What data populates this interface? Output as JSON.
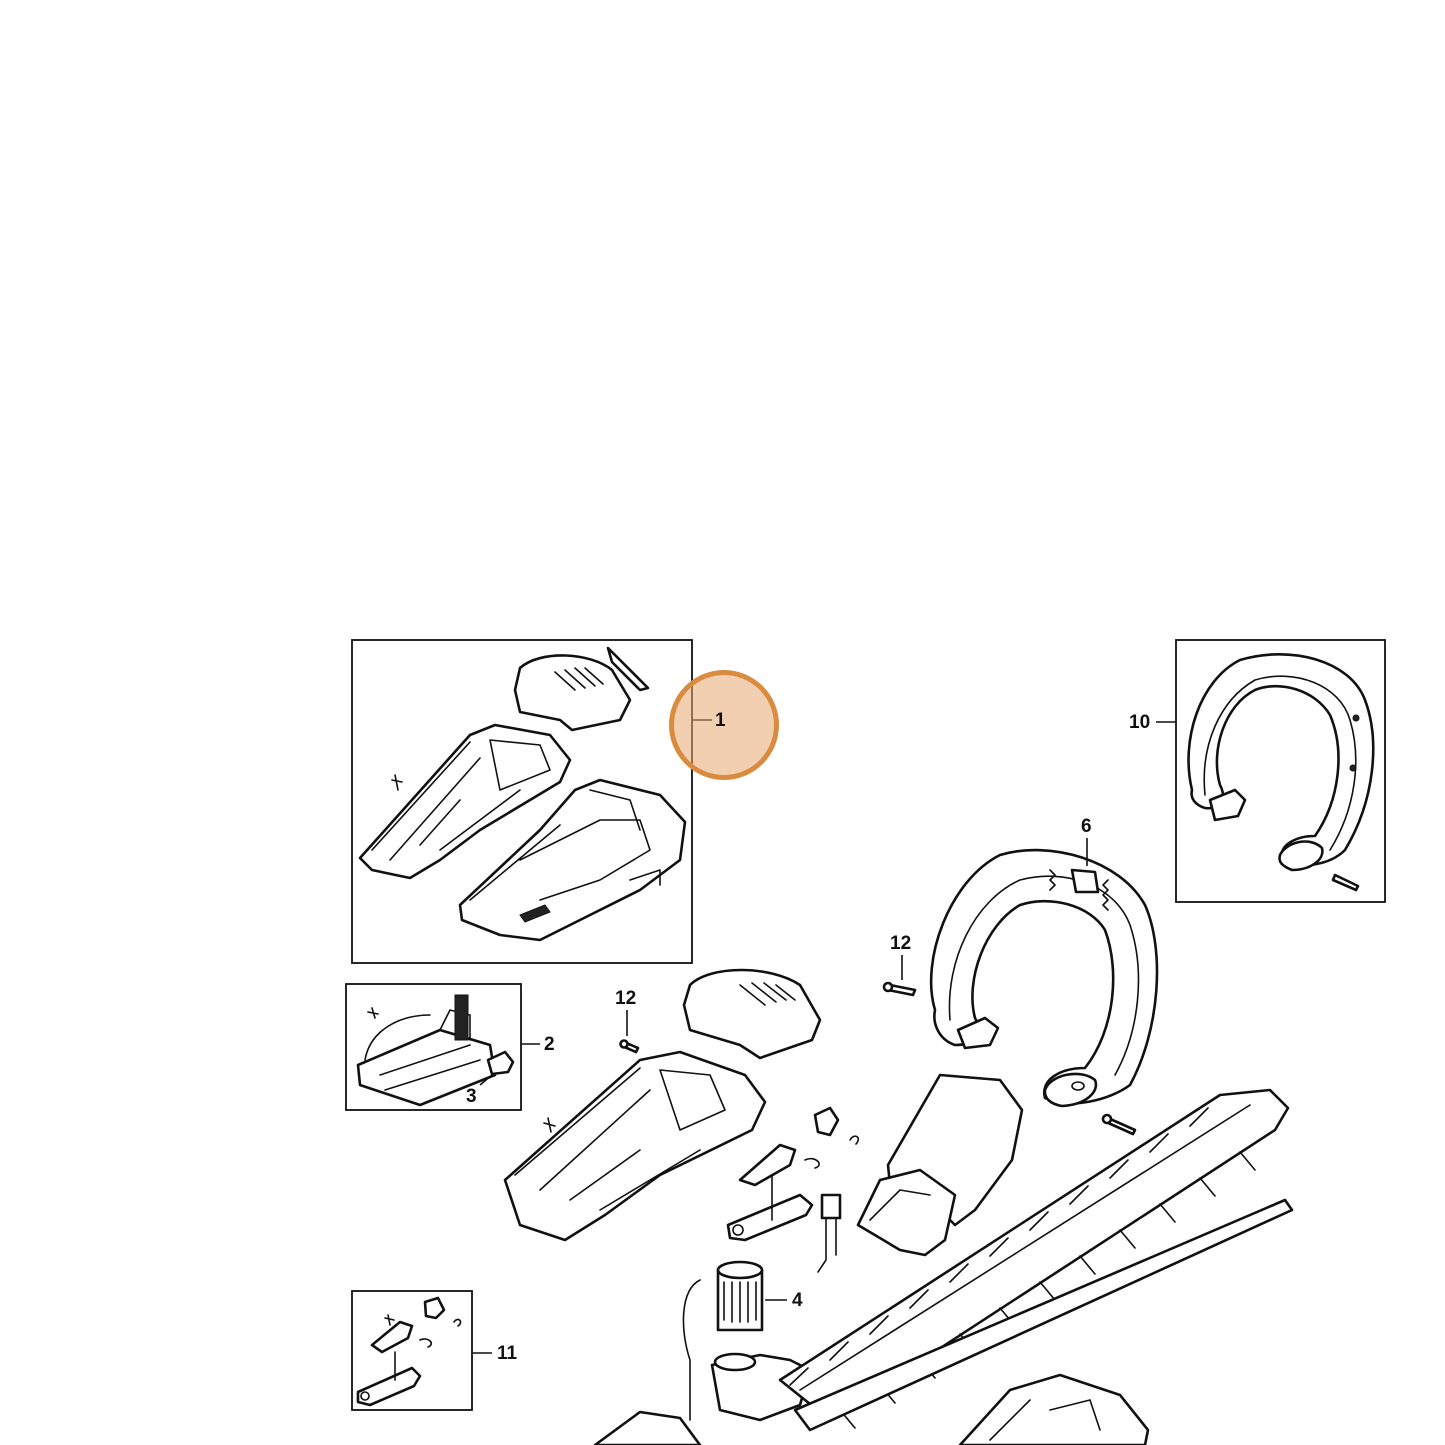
{
  "callouts": {
    "c1": "1",
    "c2": "2",
    "c3": "3",
    "c4": "4",
    "c6": "6",
    "c10": "10",
    "c11": "11",
    "c12a": "12",
    "c12b": "12"
  },
  "colors": {
    "highlight_fill": "#E8A870",
    "highlight_stroke": "#D98C3F",
    "line": "#111111"
  },
  "highlighted_callout": "1"
}
